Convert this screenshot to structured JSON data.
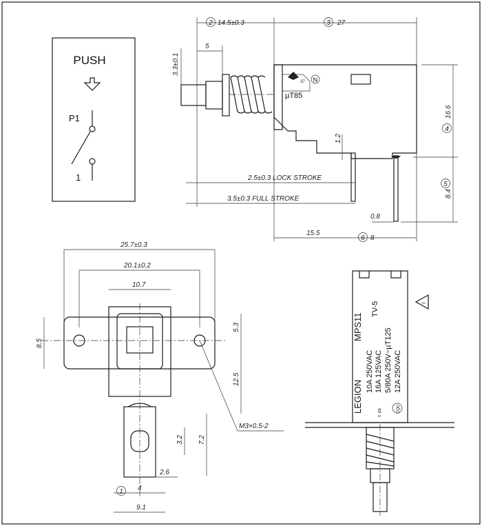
{
  "schematic": {
    "push": "PUSH",
    "p1": "P1",
    "one": "1"
  },
  "side_view": {
    "dim_2_num": "2",
    "dim_2": "14.5±0.3",
    "dim_3_num": "3",
    "dim_3": "27",
    "dim_5": "5",
    "dim_33": "3.3±0.1",
    "dim_4_num": "4",
    "dim_166": "16.6",
    "dim_12": "1.2",
    "dim_5_num": "5",
    "dim_84": "8.4",
    "lock_stroke": "2.5±0.3 LOCK STROKE",
    "full_stroke": "3.5±0.3 FULL STROKE",
    "dim_155": "15.5",
    "dim_08": "0.8",
    "dim_6_num": "6",
    "dim_8": "8",
    "mark_ut85": "µT85",
    "mark_n": "N",
    "mark_37": "37"
  },
  "front_view": {
    "dim_257": "25.7±0.3",
    "dim_201": "20.1±0.2",
    "dim_107": "10.7",
    "dim_85": "8.5",
    "dim_53": "5.3",
    "dim_125": "12.5",
    "dim_72": "7.2",
    "dim_32": "3.2",
    "dim_26": "2.6",
    "dim_1_num": "1",
    "dim_4": "4",
    "dim_91": "9.1",
    "m3": "M3×0.5-2"
  },
  "label_view": {
    "brand": "LEGION",
    "model": "MPS11",
    "tv": "TV-5",
    "r1": "10A 250VAC",
    "r2": "16A 125VAC",
    "r3": "5/80A 250V~µT125",
    "r4": "12A 250VAC",
    "cus": "c  us",
    "cqc": "CQC",
    "warning": "!"
  }
}
